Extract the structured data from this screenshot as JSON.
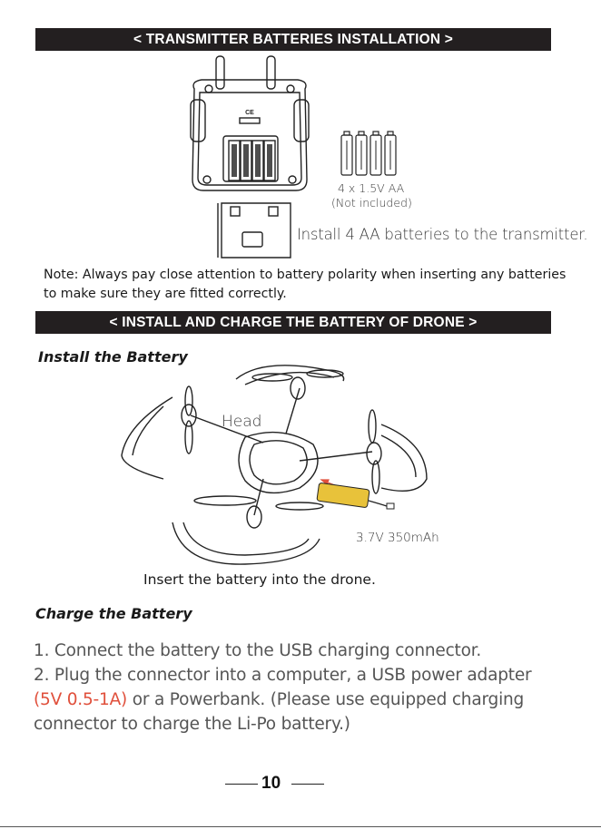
{
  "sections": {
    "transmitter_title": "< TRANSMITTER BATTERIES INSTALLATION >",
    "drone_title": "< INSTALL AND CHARGE THE BATTERY OF DRONE >"
  },
  "transmitter": {
    "battery_spec": "4 x 1.5V AA",
    "battery_note": "(Not included)",
    "instruction": "Install 4 AA batteries to the transmitter.",
    "ce_mark": "CE",
    "note": "Note: Always pay close attention to battery polarity when inserting any batteries to make sure they are fitted correctly."
  },
  "install": {
    "heading": "Install the Battery",
    "head_label": "Head",
    "battery_label": "3.7V 350mAh",
    "caption": "Insert the battery into the drone."
  },
  "charge": {
    "heading": "Charge the Battery",
    "step1": "1. Connect the battery to the USB charging connector.",
    "step2_a": "2. Plug the connector into a computer, a USB power adapter",
    "step2_highlight": "(5V 0.5-1A)",
    "step2_b": " or a Powerbank. (Please use equipped charging",
    "step2_c": "connector to charge the Li-Po battery.)"
  },
  "page_number": "10",
  "colors": {
    "banner": "#231f20",
    "highlight": "#e0503c",
    "battery_yellow": "#e8c23a"
  }
}
